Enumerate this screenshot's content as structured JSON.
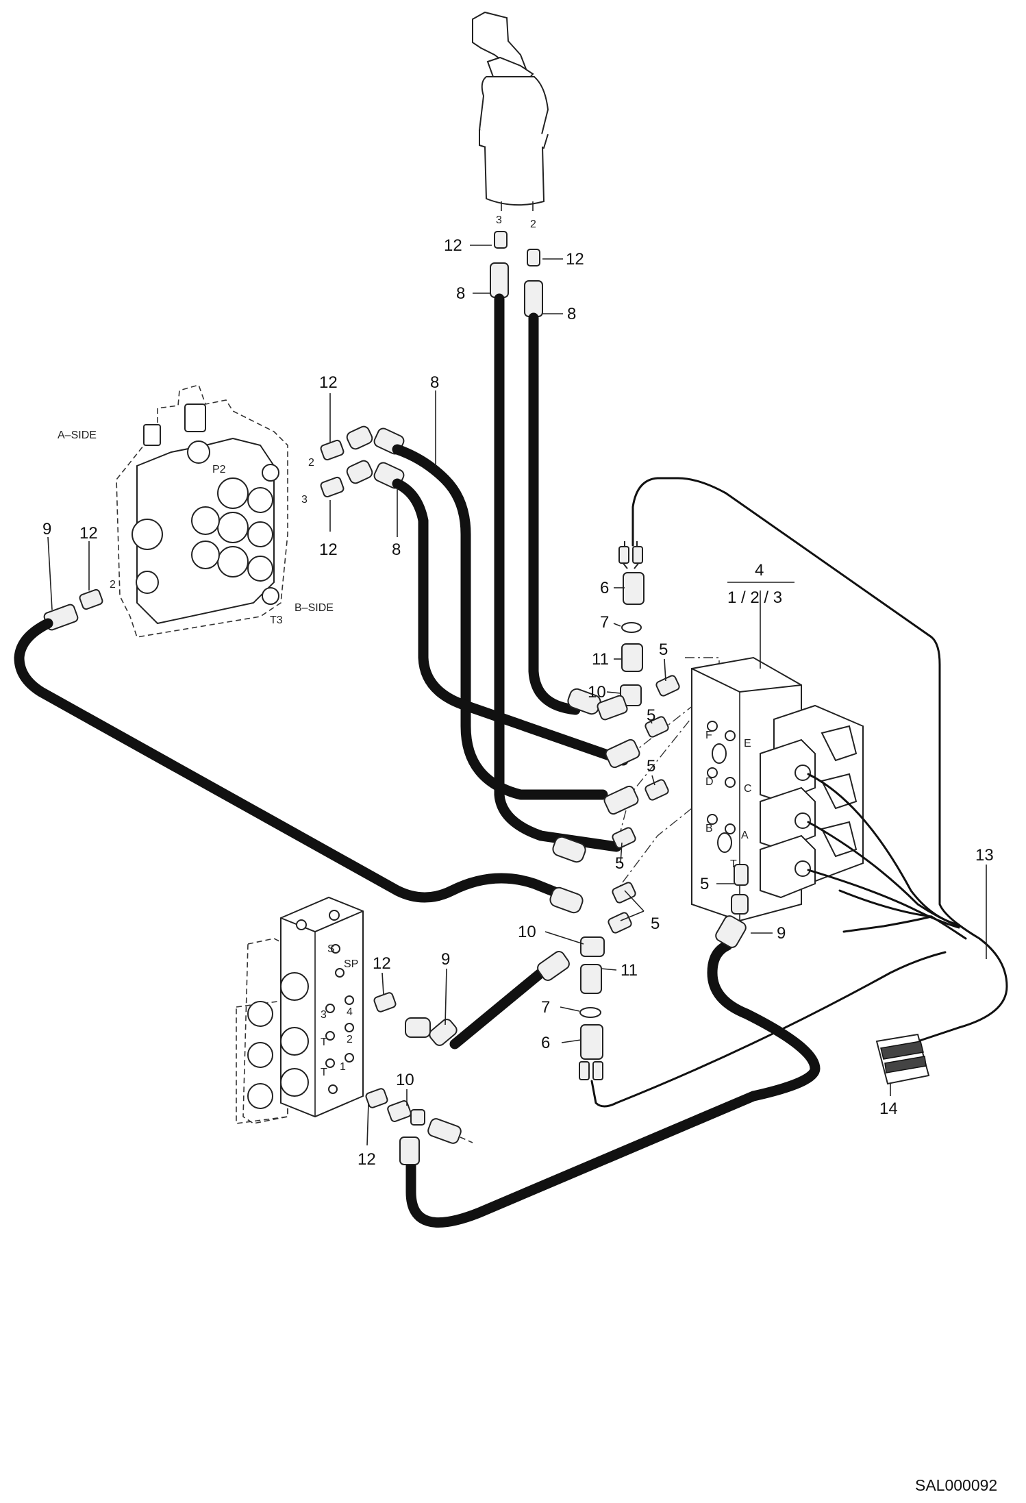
{
  "diagram": {
    "side_labels": {
      "a_side": "A–SIDE",
      "b_side": "B–SIDE"
    },
    "callouts": {
      "c12_js_left": "12",
      "c12_js_right": "12",
      "c8_js_left": "8",
      "c8_js_right": "8",
      "c12_valve_top": "12",
      "c12_valve_bottom": "12",
      "c8_top": "8",
      "c8_mid": "8",
      "c9_left": "9",
      "c12_left": "12",
      "c4": "4",
      "c4_sub": "1 / 2 / 3",
      "c6_top": "6",
      "c7_top": "7",
      "c11_top": "11",
      "c10_top": "10",
      "c5_a": "5",
      "c5_b": "5",
      "c5_c": "5",
      "c5_d": "5",
      "c5_e": "5",
      "c5_f": "5",
      "c13": "13",
      "c9_right": "9",
      "c10_mid": "10",
      "c11_mid": "11",
      "c7_mid": "7",
      "c6_mid": "6",
      "c12_pilot": "12",
      "c9_pilot": "9",
      "c10_bottom": "10",
      "c12_bottom": "12",
      "c14": "14"
    },
    "port_labels": {
      "js_3": "3",
      "js_2": "2",
      "mv_p2": "P2",
      "mv_2": "2",
      "mv_3": "3",
      "mv_2b": "2",
      "mv_t3": "T3",
      "sol_f": "F",
      "sol_e": "E",
      "sol_d": "D",
      "sol_c": "C",
      "sol_b": "B",
      "sol_a": "A",
      "sol_t": "T",
      "pv_sp": "SP",
      "pv_3": "3",
      "pv_4": "4",
      "pv_t1": "T",
      "pv_2": "2",
      "pv_t2": "T",
      "pv_1": "1",
      "pv_s": "S"
    },
    "drawing_id": "SAL000092"
  }
}
